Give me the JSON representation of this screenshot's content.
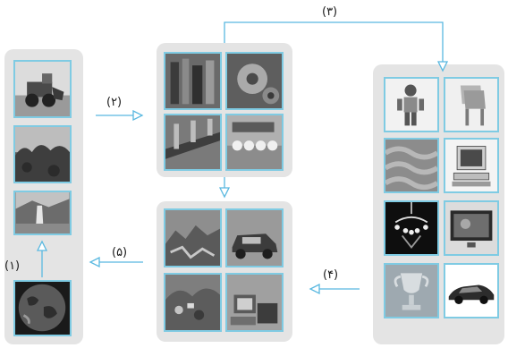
{
  "labels": {
    "step1": "(۱)",
    "step2": "(۲)",
    "step3": "(۳)",
    "step4": "(۴)",
    "step5": "(۵)"
  },
  "colors": {
    "panel": "#e4e4e4",
    "tile_border": "#7fcbe3",
    "arrow": "#59b8e0"
  },
  "panels": {
    "left": [
      "mining-loader-photo",
      "forest-photo",
      "waterfall-landscape-photo",
      "globe-photo"
    ],
    "top_center": [
      "factory-machinery-photo",
      "industrial-gears-photo",
      "production-line-photo",
      "assembly-line-photo"
    ],
    "bottom_center": [
      "scrap-pile-photo",
      "old-car-photo",
      "garbage-heap-photo",
      "discarded-electronics-photo"
    ],
    "right": [
      "robot-photo",
      "stacked-chairs-photo",
      "fabric-photo",
      "computer-photo",
      "chandelier-photo",
      "television-photo",
      "trophy-cup-photo",
      "car-photo"
    ]
  }
}
